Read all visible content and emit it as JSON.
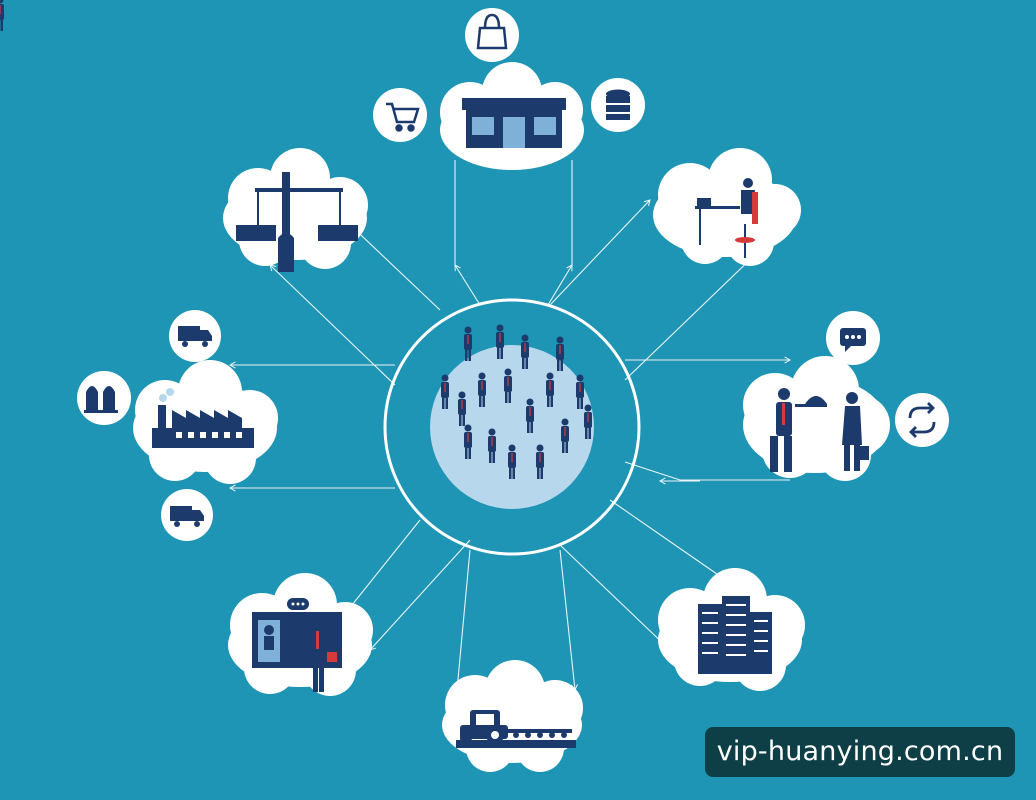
{
  "colors": {
    "background": "#1e95b5",
    "ink": "#1c3a6b",
    "white": "#ffffff",
    "accent_red": "#d63a3a",
    "center_fill": "#b6d7ec"
  },
  "center": {
    "label": "people-crowd"
  },
  "nodes": [
    {
      "name": "shop",
      "icon": "storefront-icon"
    },
    {
      "name": "office-worker",
      "icon": "desk-worker-icon"
    },
    {
      "name": "service",
      "icon": "waiter-serving-icon"
    },
    {
      "name": "city",
      "icon": "skyscrapers-icon"
    },
    {
      "name": "farming",
      "icon": "tractor-icon"
    },
    {
      "name": "presentation",
      "icon": "presenter-board-icon"
    },
    {
      "name": "factory",
      "icon": "factory-icon"
    },
    {
      "name": "construction",
      "icon": "crane-icon"
    }
  ],
  "satellites": [
    {
      "icon": "shopping-bag-icon"
    },
    {
      "icon": "shopping-cart-icon"
    },
    {
      "icon": "coin-stack-icon"
    },
    {
      "icon": "chat-bubble-icon"
    },
    {
      "icon": "refresh-icon"
    },
    {
      "icon": "delivery-truck-icon"
    },
    {
      "icon": "storage-silos-icon"
    },
    {
      "icon": "delivery-truck-icon"
    }
  ],
  "watermark": {
    "text": "vip-huanying.com.cn"
  }
}
